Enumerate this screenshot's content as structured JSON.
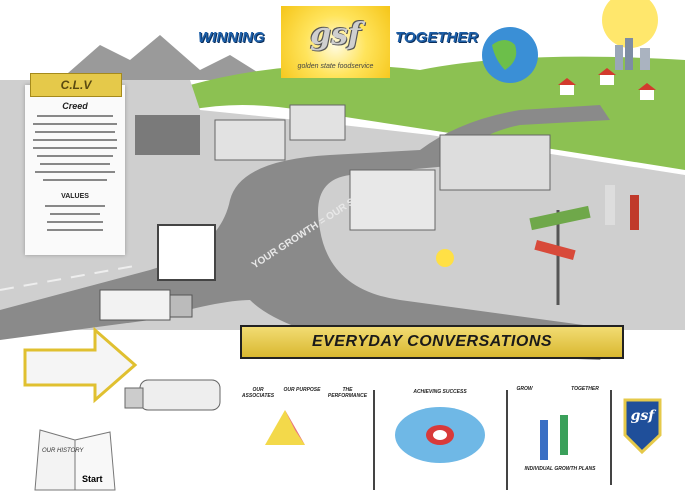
{
  "header": {
    "slogan_left": "WINNING",
    "slogan_right": "TOGETHER",
    "logo": "gsf",
    "logo_subtitle": "golden state foodservice"
  },
  "clv_panel": {
    "banner": "C.L.V",
    "creed_title": "Creed",
    "values_title": "VALUES"
  },
  "road": {
    "slogan": "YOUR GROWTH = OUR SUCCESS"
  },
  "banner": {
    "title": "EVERYDAY CONVERSATIONS"
  },
  "bottom": {
    "book_title": "OUR HISTORY",
    "book_start": "Start",
    "panel1_headings": [
      "OUR ASSOCIATES",
      "OUR PURPOSE",
      "THE PERFORMANCE"
    ],
    "panel2_heading": "ACHIEVING SUCCESS",
    "panel3_heading_left": "GROW",
    "panel3_heading_right": "TOGETHER",
    "panel3_caption": "INDIVIDUAL GROWTH PLANS",
    "badge_logo": "gsf"
  },
  "colors": {
    "brand_blue": "#1d5fa8",
    "gold": "#e5c94a",
    "grass": "#8cc152",
    "road": "#8a8a8a"
  }
}
